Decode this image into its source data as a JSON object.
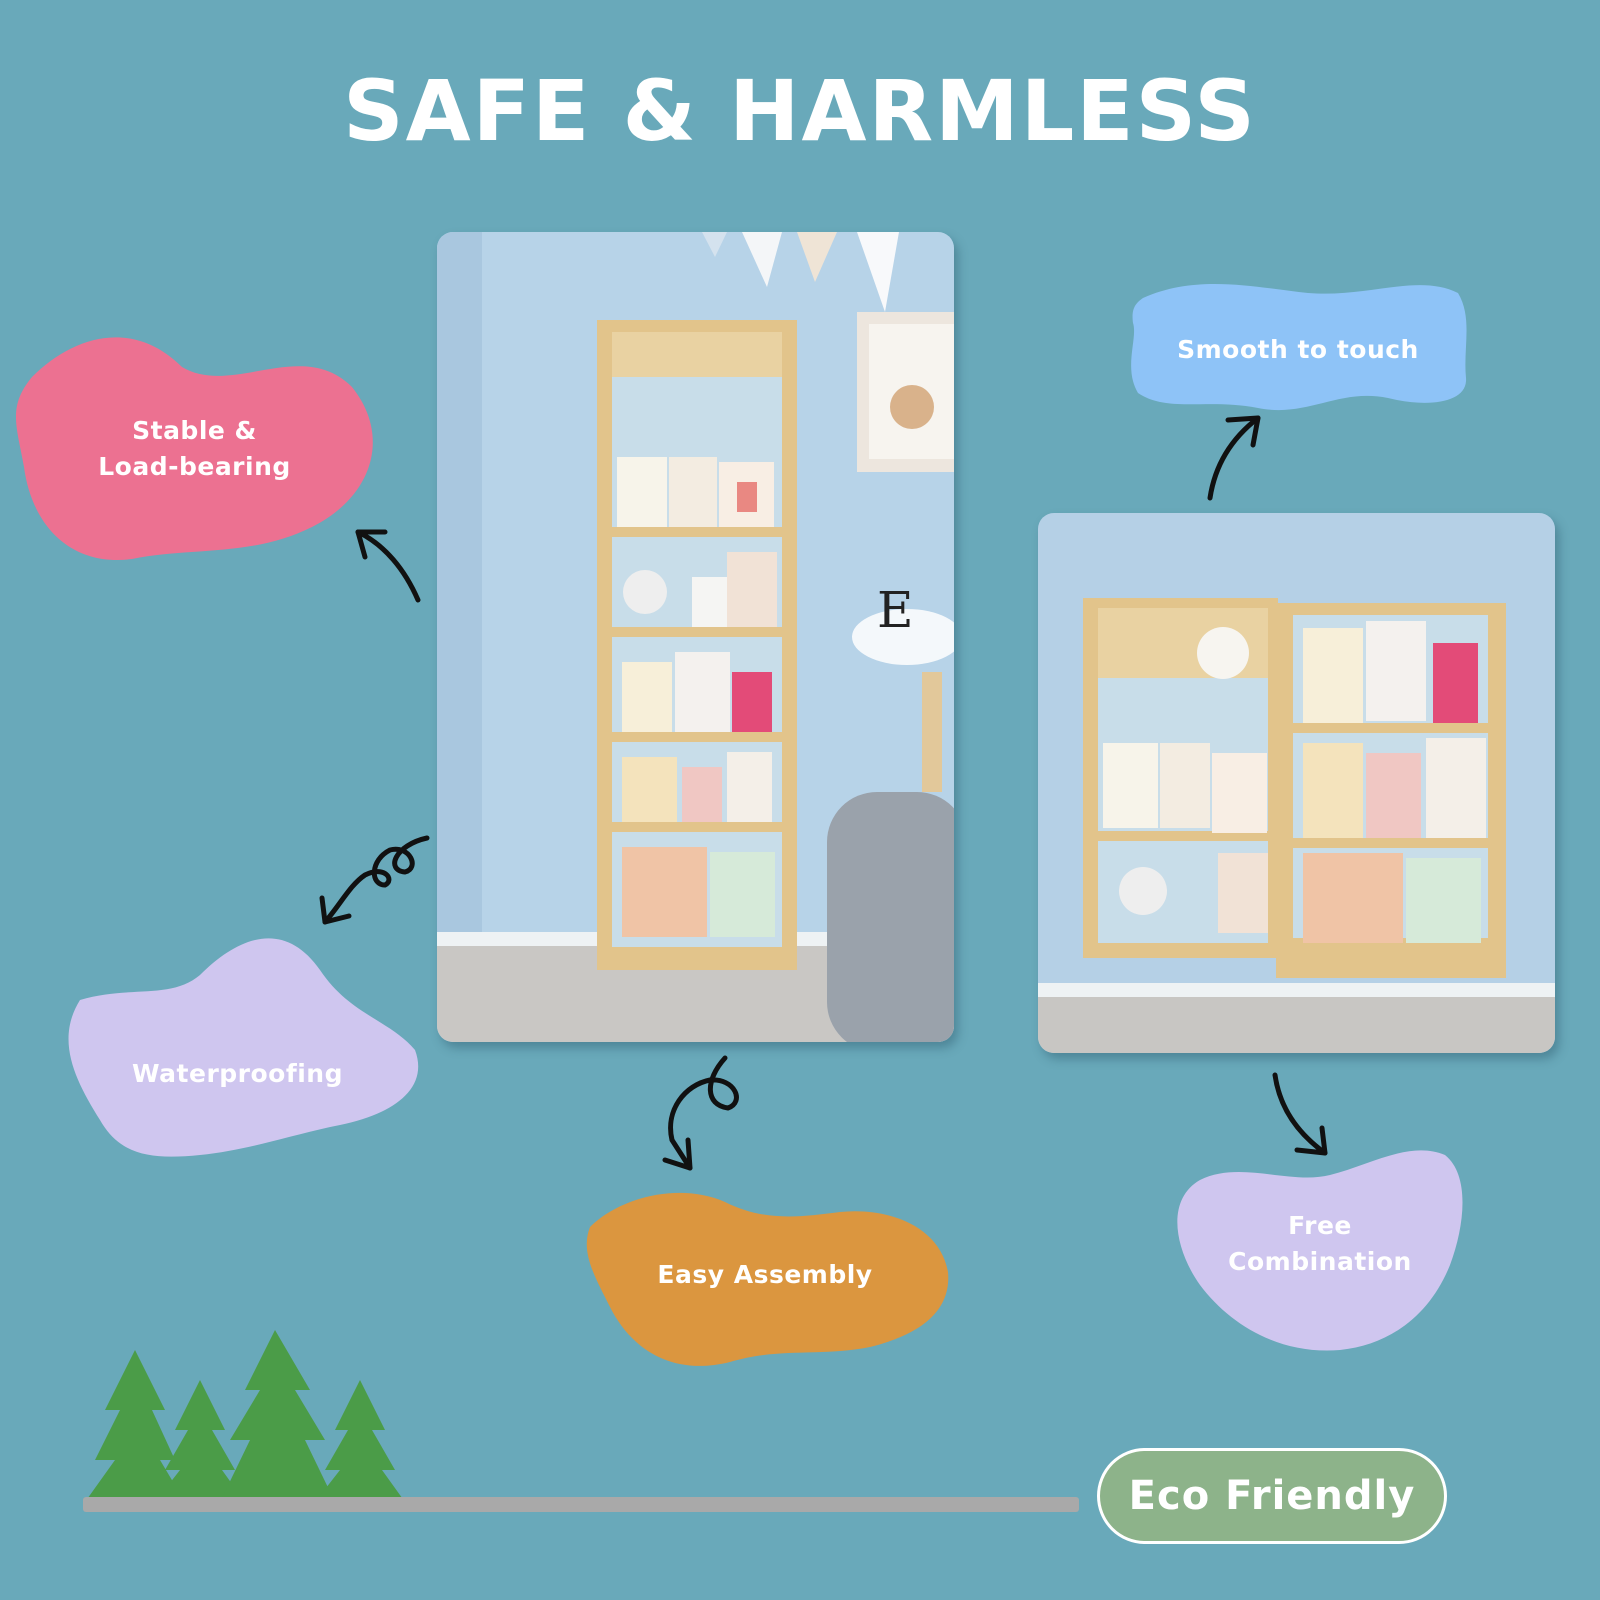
{
  "title": "SAFE & HARMLESS",
  "colors": {
    "background": "#69a9ba",
    "pink_blob": "#ec7191",
    "blue_blob": "#8ec3f7",
    "lavender_blob": "#cfc6ef",
    "orange_blob": "#db963f",
    "eco_badge": "#8db38a",
    "tree_green": "#4b9c48",
    "ground": "#a9a9a9"
  },
  "features": [
    {
      "id": "stable",
      "lines": [
        "Stable &",
        "Load-bearing"
      ]
    },
    {
      "id": "smooth",
      "lines": [
        "Smooth to touch"
      ]
    },
    {
      "id": "waterproof",
      "lines": [
        "Waterproofing"
      ]
    },
    {
      "id": "assembly",
      "lines": [
        "Easy Assembly"
      ]
    },
    {
      "id": "combination",
      "lines": [
        "Free",
        "Combination"
      ]
    }
  ],
  "photos": [
    {
      "id": "tall-bookshelf",
      "alt": "Tall 5-tier wall-mounted wooden bookshelf in kids room",
      "decor_letter": "E"
    },
    {
      "id": "wide-bookshelf",
      "alt": "Two bookshelf units combined side by side on wall"
    }
  ],
  "badge": {
    "label": "Eco Friendly"
  },
  "icons": [
    "arrow-icon",
    "tree-icon"
  ]
}
